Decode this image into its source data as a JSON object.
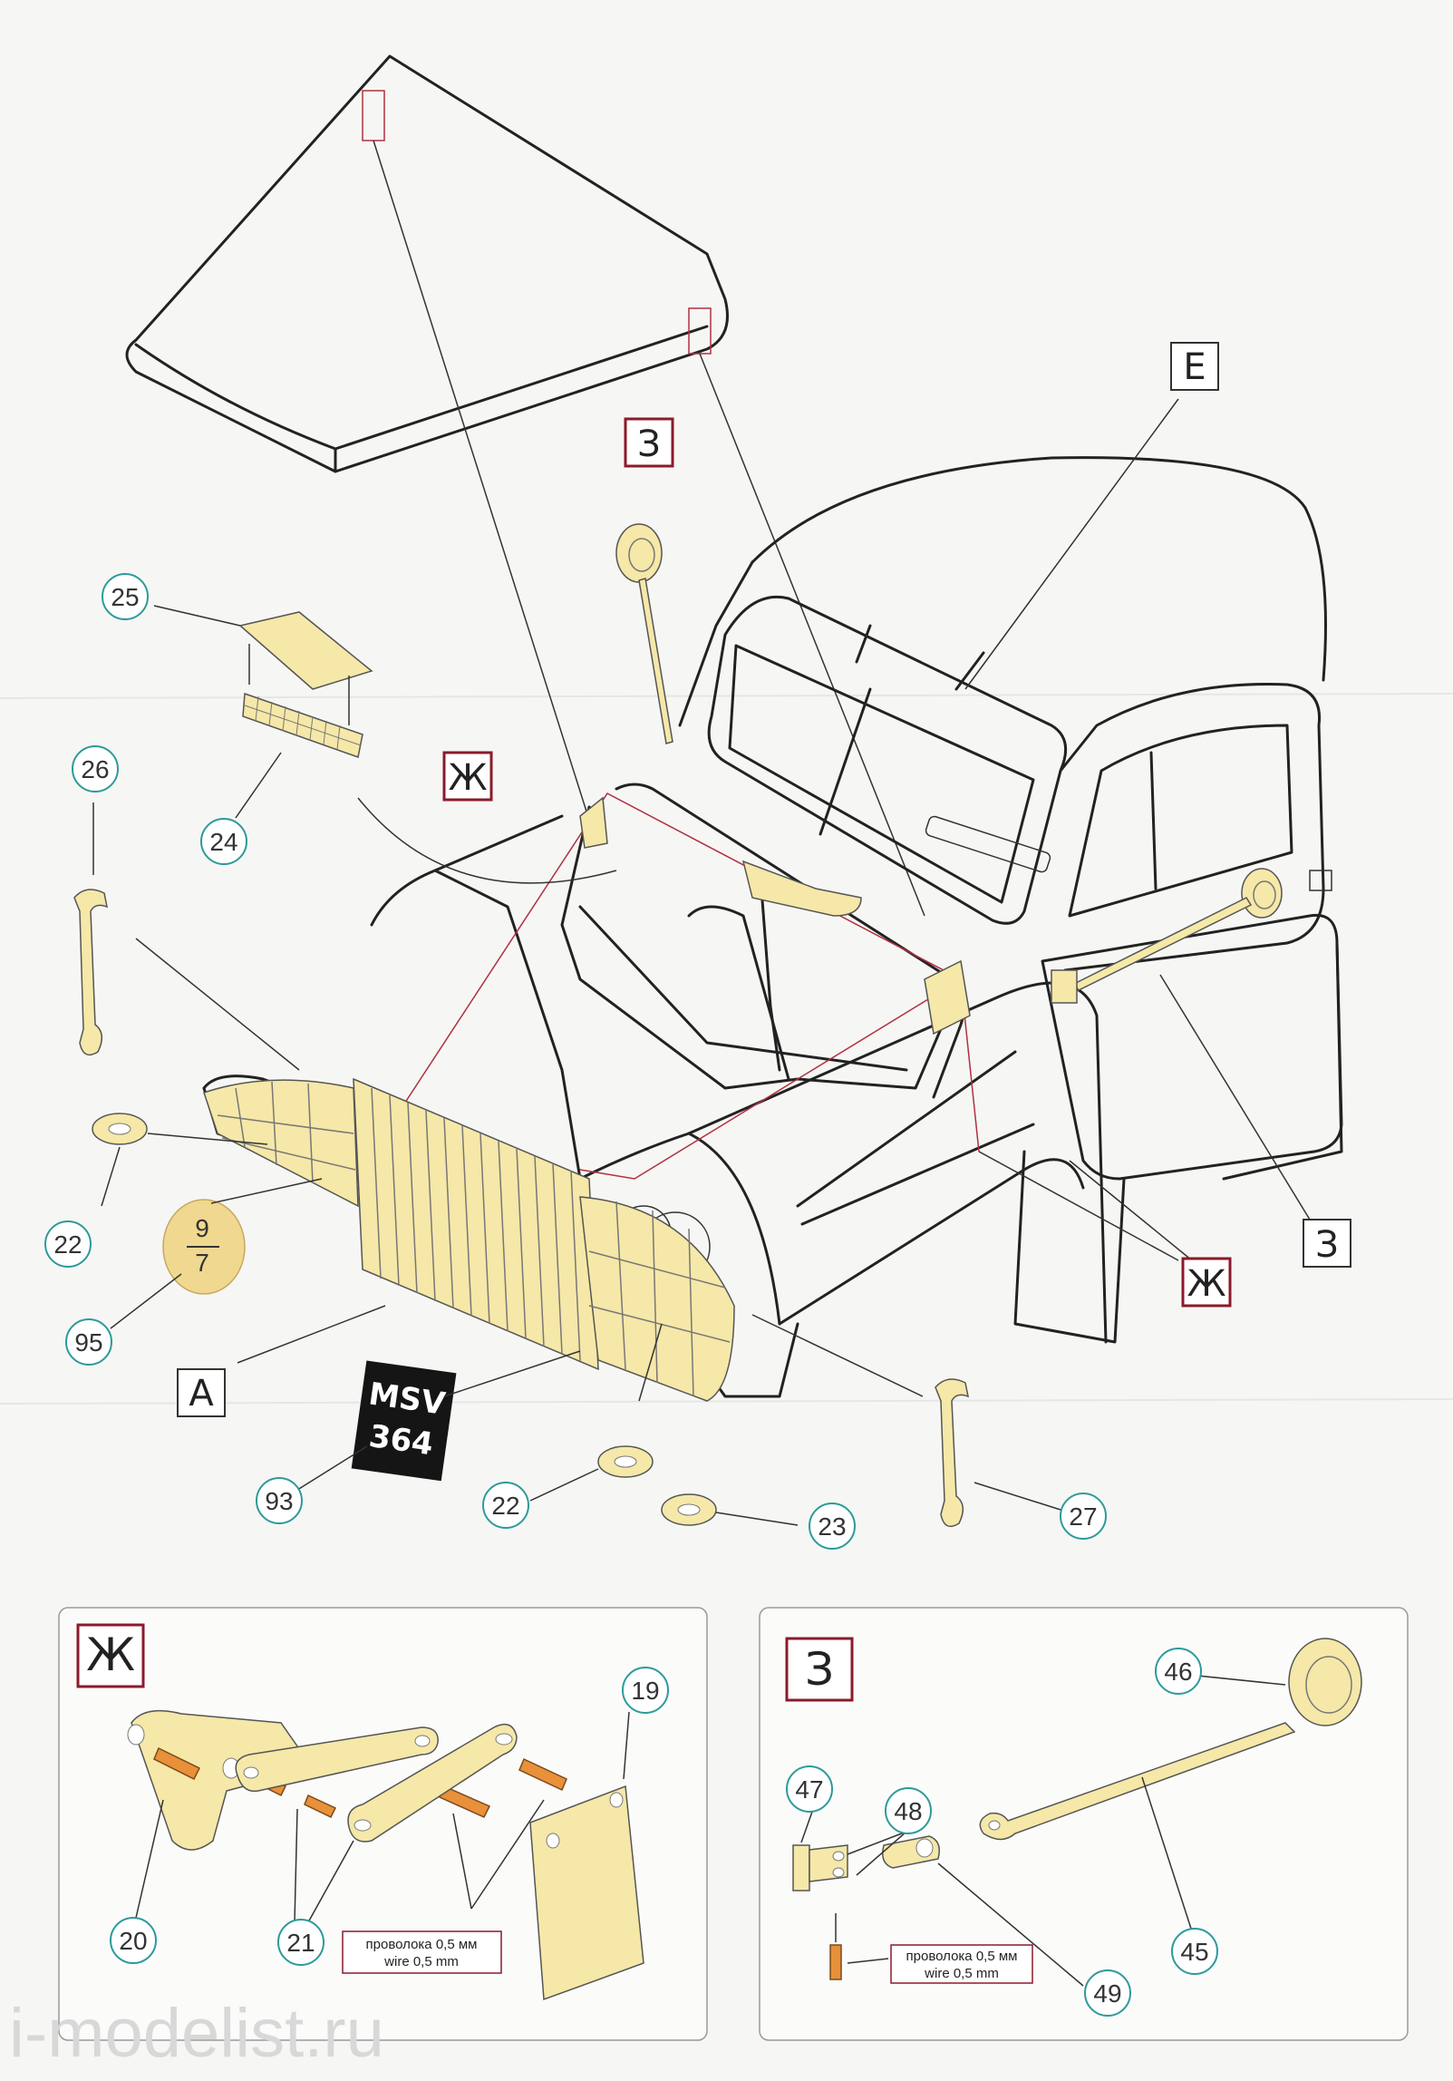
{
  "callouts": {
    "c25": "25",
    "c24": "24",
    "c26": "26",
    "c22a": "22",
    "c95": "95",
    "c93": "93",
    "c22b": "22",
    "c23": "23",
    "c27": "27",
    "c20": "20",
    "c21": "21",
    "c19": "19",
    "c46": "46",
    "c47": "47",
    "c48": "48",
    "c45": "45",
    "c49": "49"
  },
  "letters": {
    "E": "E",
    "Z_top": "З",
    "Zh_mid": "Ж",
    "A": "A",
    "Z_right": "З",
    "Zh_right": "Ж",
    "inset_zh": "Ж",
    "inset_z": "З"
  },
  "plate": {
    "line1": "MSV",
    "line2": "364"
  },
  "disc_label": {
    "top": "9",
    "bottom": "7"
  },
  "wire_note": {
    "ru": "проволока 0,5 мм",
    "en": "wire 0,5 mm"
  },
  "watermark": "i-modelist.ru",
  "colors": {
    "photo_etch": "#f5e8a8",
    "pin": "#e8903a",
    "callout_ring": "#2d9a9a",
    "inset_frame": "#8b1a2a"
  }
}
